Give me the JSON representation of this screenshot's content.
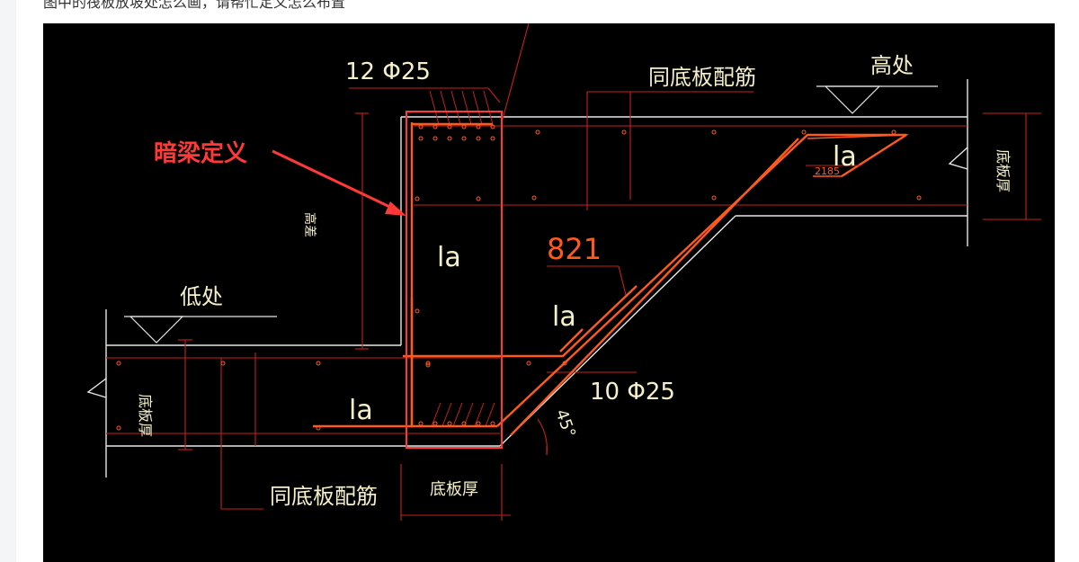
{
  "caption": "图中的筏板放坡处怎么画，请帮忙定义怎么布置",
  "drawing": {
    "annotation_label": "暗梁定义",
    "top_bar_label": "12 Φ25",
    "bottom_bar_label": "10 Φ25",
    "same_as_slab_top": "同底板配筋",
    "same_as_slab_bottom": "同底板配筋",
    "high_side": "高处",
    "low_side": "低处",
    "slab_thickness_left": "底板厚",
    "slab_thickness_right": "底板厚",
    "slab_thickness_bottom": "底板厚",
    "height_diff": "高差",
    "anchor_la": "la",
    "small_dim": "2185",
    "bar_mark": "821",
    "angle": "45°"
  },
  "colors": {
    "canvas_bg": "#000000",
    "cad_line": "#ffffff",
    "dim_line": "#c8201e",
    "rebar": "#ff5a1e",
    "highlight": "#ff3838",
    "text": "#ffffff",
    "dim_text": "#f5f0c8"
  }
}
